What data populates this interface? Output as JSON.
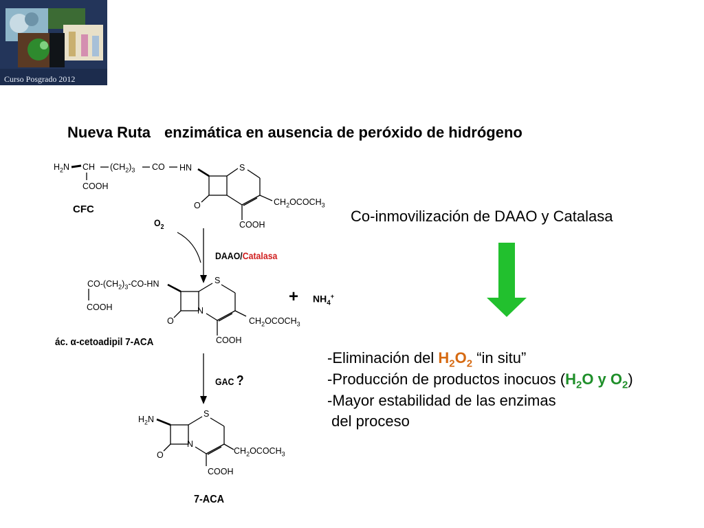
{
  "logo": {
    "caption": "Curso Posgrado 2012",
    "bg": "#1a2a4a"
  },
  "title": {
    "part1": "Nueva Ruta",
    "part2": "enzimática en ausencia de peróxido de hidrógeno"
  },
  "cfc": {
    "name": "CFC",
    "h2n": "H",
    "h2n_sub": "2",
    "h2n_n": "N",
    "ch": "CH",
    "ch2": "(CH",
    "ch2_sub": "2",
    "ch2_close": ")",
    "ch2_sub2": "3",
    "co": "CO",
    "hn": "HN",
    "cooh_left": "COOH",
    "s": "S",
    "o": "O",
    "side1": "CH",
    "side_sub": "2",
    "side2": "OCOCH",
    "side_sub2": "3",
    "cooh_bottom": "COOH"
  },
  "step1": {
    "o2": "O",
    "o2_sub": "2",
    "enzyme1": "DAAO/",
    "enzyme2": "Catalasa"
  },
  "intermediate": {
    "chain1": "CO-(CH",
    "chain_sub": "2",
    "chain2": ")",
    "chain_sub2": "3",
    "chain3": "-CO-HN",
    "cooh_left": "COOH",
    "s": "S",
    "n": "N",
    "o": "O",
    "side1": "CH",
    "side_sub": "2",
    "side2": "OCOCH",
    "side_sub2": "3",
    "cooh_bottom": "COOH",
    "name1": "ác. ",
    "name_alpha": "α",
    "name2": "-cetoadipil 7-ACA",
    "plus": "+",
    "nh4": "NH",
    "nh4_sub": "4",
    "nh4_sup": "+"
  },
  "step2": {
    "enzyme": "GAC",
    "q": "?"
  },
  "product": {
    "h2n": "H",
    "h2n_sub": "2",
    "h2n_n": "N",
    "s": "S",
    "n": "N",
    "o": "O",
    "side1": "CH",
    "side_sub": "2",
    "side2": "OCOCH",
    "side_sub2": "3",
    "cooh_bottom": "COOH",
    "name": "7-ACA"
  },
  "right": {
    "subtitle": "Co-inmovilización de DAAO y Catalasa",
    "arrow_color": "#22c02e",
    "b1_pre": "-Eliminación del ",
    "b1_h": "H",
    "b1_sub1": "2",
    "b1_o": "O",
    "b1_sub2": "2",
    "b1_post": " “in situ”",
    "b2_pre": "-Producción de productos inocuos (",
    "b2_h": "H",
    "b2_sub1": "2",
    "b2_o": "O y O",
    "b2_sub2": "2",
    "b2_post": ")",
    "b3": "-Mayor estabilidad de las enzimas",
    "b4": " del proceso"
  }
}
